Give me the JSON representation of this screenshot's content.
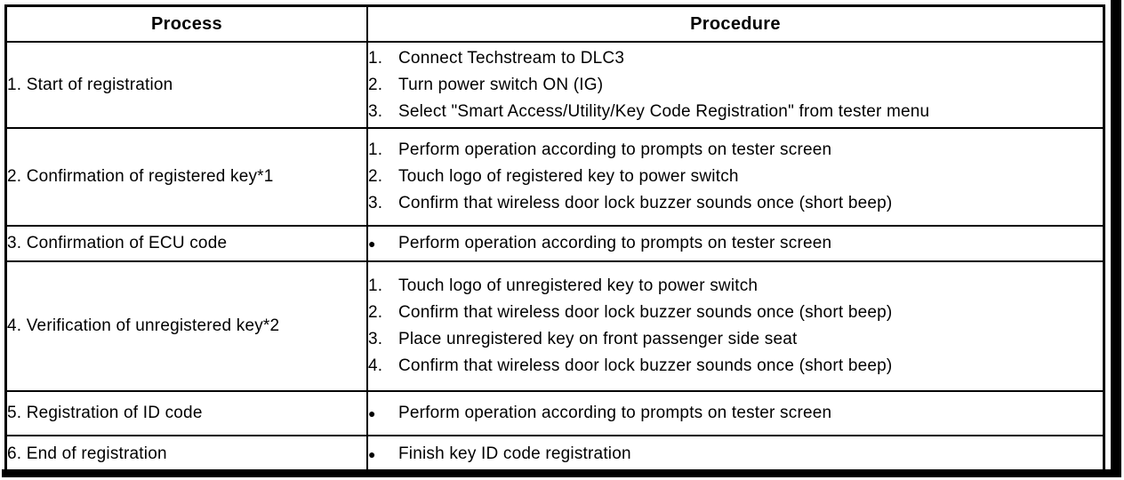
{
  "table": {
    "headers": {
      "process": "Process",
      "procedure": "Procedure"
    },
    "bullet_icon": "●",
    "rows": [
      {
        "process": "1. Start of registration",
        "type": "numbered",
        "steps": [
          "Connect Techstream to DLC3",
          "Turn power switch ON (IG)",
          "Select \"Smart Access/Utility/Key Code Registration\" from tester menu"
        ]
      },
      {
        "process": "2. Confirmation of registered key*1",
        "type": "numbered",
        "steps": [
          "Perform operation according to prompts on tester screen",
          "Touch logo of registered key to power switch",
          "Confirm that wireless door lock buzzer sounds once (short beep)"
        ]
      },
      {
        "process": "3. Confirmation of ECU code",
        "type": "bullet",
        "steps": [
          "Perform operation according to prompts on tester screen"
        ]
      },
      {
        "process": "4. Verification of unregistered key*2",
        "type": "numbered",
        "steps": [
          "Touch logo of unregistered key to power switch",
          "Confirm that wireless door lock buzzer sounds once (short beep)",
          "Place unregistered key on front passenger side seat",
          "Confirm that wireless door lock buzzer sounds once (short beep)"
        ]
      },
      {
        "process": "5. Registration of ID code",
        "type": "bullet",
        "steps": [
          "Perform operation according to prompts on tester screen"
        ]
      },
      {
        "process": "6. End of registration",
        "type": "bullet",
        "steps": [
          "Finish key ID code registration"
        ]
      }
    ]
  }
}
